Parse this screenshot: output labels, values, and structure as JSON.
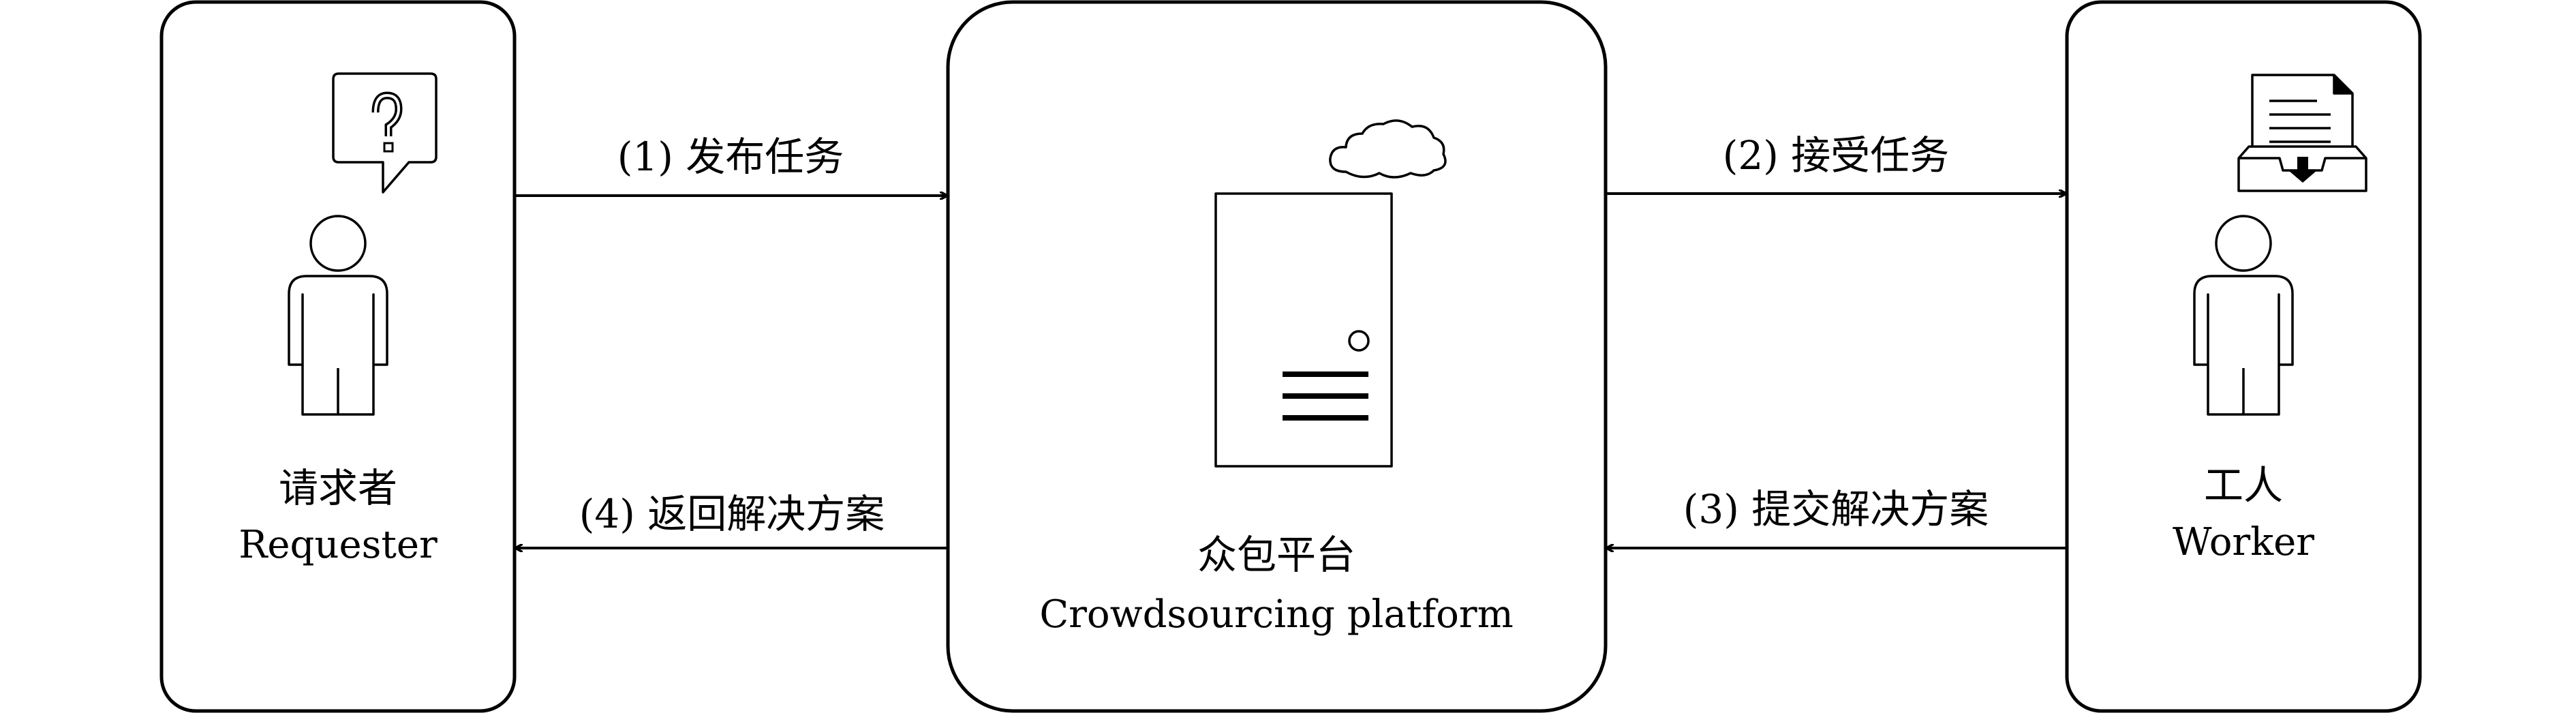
{
  "nodes": {
    "requester": {
      "label_cn": "请求者",
      "label_en": "Requester"
    },
    "platform": {
      "label_cn": "众包平台",
      "label_en": "Crowdsourcing platform"
    },
    "worker": {
      "label_cn": "工人",
      "label_en": "Worker"
    }
  },
  "edges": {
    "publish_task": "(1) 发布任务",
    "accept_task": "(2) 接受任务",
    "submit_solution": "(3) 提交解决方案",
    "return_solution": "(4) 返回解决方案"
  },
  "icons": {
    "requester_bubble": "question-speech-bubble-icon",
    "requester_person": "person-icon",
    "platform_cloud": "cloud-icon",
    "platform_server": "server-icon",
    "worker_inbox": "document-inbox-icon",
    "worker_person": "person-icon"
  }
}
